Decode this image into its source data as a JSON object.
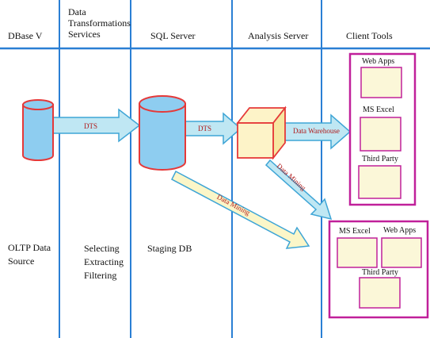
{
  "columns": {
    "dbase": "DBase V",
    "dts": "Data\nTransformations\nServices",
    "sql": "SQL Server",
    "analysis": "Analysis Server",
    "client": "Client Tools"
  },
  "descriptions": {
    "oltp": "OLTP Data\nSource",
    "dts_ops": "Selecting\nExtracting\nFiltering",
    "staging": "Staging DB"
  },
  "arrows": {
    "dts1": "DTS",
    "dts2": "DTS",
    "warehouse": "Data Warehouse",
    "mining1": "Data Mining",
    "mining2": "Data Mining"
  },
  "client_box_top": {
    "web_apps": "Web Apps",
    "ms_excel": "MS Excel",
    "third_party": "Third Party"
  },
  "client_box_bottom": {
    "ms_excel": "MS Excel",
    "web_apps": "Web Apps",
    "third_party": "Third Party"
  },
  "colors": {
    "divider": "#2a7fd4",
    "arrow_fill": "#bfe7f3",
    "arrow_stroke": "#3ea5d6",
    "arrow_fill_yellow": "#fbf6c8",
    "cylinder_fill": "#8ecdf0",
    "cylinder_outline": "#e53939",
    "cube_fill": "#fdf3c8",
    "client_border": "#c0209a",
    "client_item_fill": "#fbf7d8",
    "label_red": "#b01818"
  }
}
